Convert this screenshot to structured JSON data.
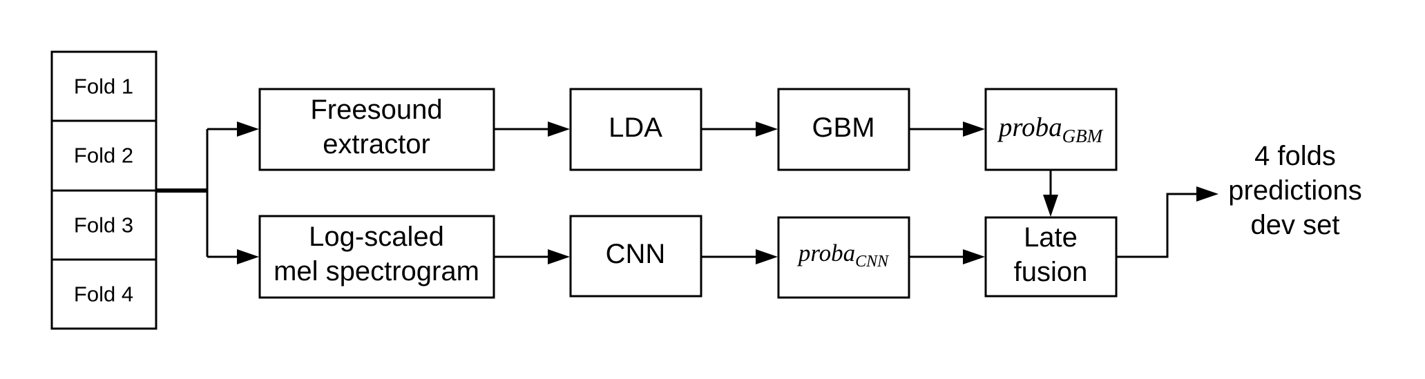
{
  "folds": [
    "Fold 1",
    "Fold 2",
    "Fold 3",
    "Fold 4"
  ],
  "nodes": {
    "freesound": [
      "Freesound",
      "extractor"
    ],
    "lda": "LDA",
    "gbm": "GBM",
    "proba_gbm": {
      "base": "proba",
      "sub": "GBM"
    },
    "logmel": [
      "Log-scaled",
      "mel spectrogram"
    ],
    "cnn": "CNN",
    "proba_cnn": {
      "base": "proba",
      "sub": "CNN"
    },
    "late_fusion": [
      "Late",
      "fusion"
    ]
  },
  "output": [
    "4 folds",
    "predictions",
    "dev set"
  ]
}
